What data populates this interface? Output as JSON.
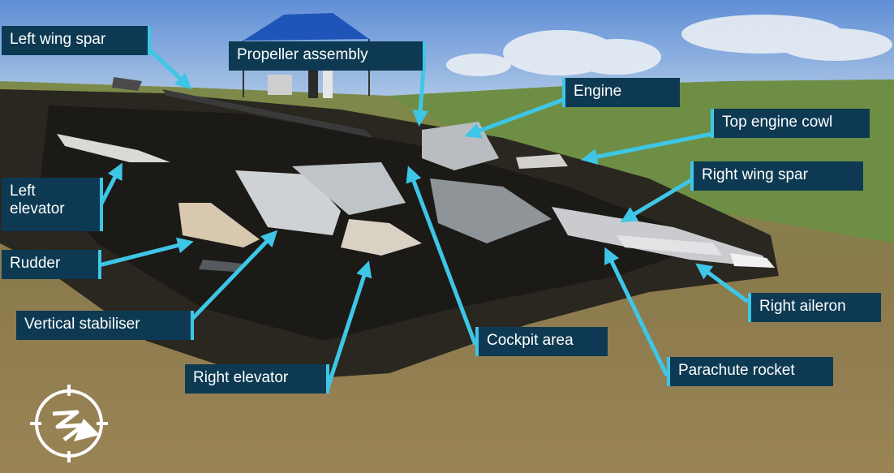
{
  "labels": {
    "left_wing_spar": "Left wing spar",
    "propeller_assembly": "Propeller assembly",
    "engine": "Engine",
    "top_engine_cowl": "Top engine cowl",
    "right_wing_spar": "Right wing spar",
    "left_elevator_line1": "Left",
    "left_elevator_line2": "elevator",
    "rudder": "Rudder",
    "vertical_stabiliser": "Vertical stabiliser",
    "right_aileron": "Right aileron",
    "cockpit_area": "Cockpit area",
    "right_elevator": "Right elevator",
    "parachute_rocket": "Parachute rocket"
  },
  "colors": {
    "label_bg": "#0d3a52",
    "label_text": "#ffffff",
    "arrow": "#3ec6e6"
  },
  "icons": [
    "compass-logo-icon"
  ]
}
